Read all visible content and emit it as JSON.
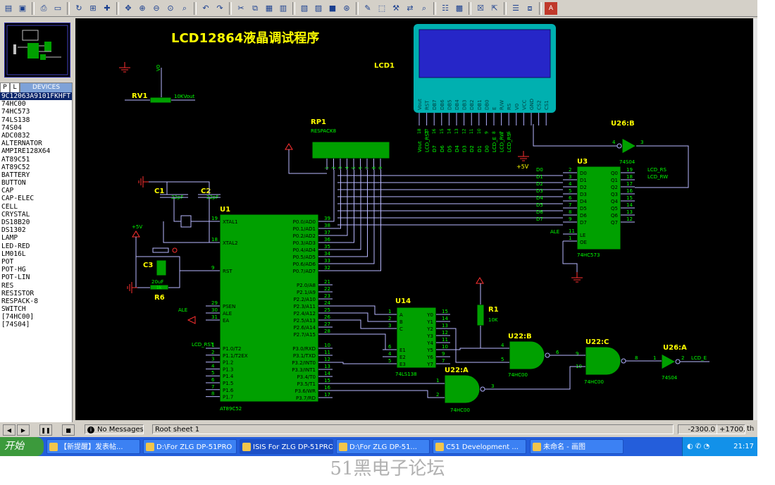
{
  "toolbar": {
    "icons": [
      "folder-open-icon",
      "save-icon",
      "print-icon",
      "area-icon",
      "refresh-icon",
      "grid-icon",
      "origin-icon",
      "pan-icon",
      "zoom-in-icon",
      "zoom-out-icon",
      "zoom-all-icon",
      "zoom-area-icon",
      "undo-icon",
      "redo-icon",
      "cut-icon",
      "copy-icon",
      "paste-icon",
      "block-copy-icon",
      "block-move-icon",
      "block-rotate-icon",
      "block-delete-icon",
      "pick-device-icon",
      "make-device-icon",
      "package-icon",
      "decompose-icon",
      "wire-autoroute-icon",
      "search-icon",
      "property-icon",
      "new-sheet-icon",
      "remove-sheet-icon",
      "exit-parent-icon",
      "bom-icon",
      "netlist-icon",
      "ares-icon"
    ]
  },
  "device_panel": {
    "tab_p": "P",
    "tab_l": "L",
    "header": "DEVICES",
    "items": [
      "9C12063A9101FKHFT",
      "74HC00",
      "74HC573",
      "74LS138",
      "74S04",
      "ADC0832",
      "ALTERNATOR",
      "AMPIRE128X64",
      "AT89C51",
      "AT89C52",
      "BATTERY",
      "BUTTON",
      "CAP",
      "CAP-ELEC",
      "CELL",
      "CRYSTAL",
      "DS18B20",
      "DS1302",
      "LAMP",
      "LED-RED",
      "LM016L",
      "POT",
      "POT-HG",
      "POT-LIN",
      "RES",
      "RESISTOR",
      "RESPACK-8",
      "SWITCH",
      "[74HC00]",
      "[74S04]"
    ],
    "selected_index": 0
  },
  "schematic": {
    "title": "LCD12864液晶调试程序",
    "lcd": {
      "ref": "LCD1",
      "pins": [
        "Vout",
        "RST",
        "DB7",
        "DB6",
        "DB5",
        "DB4",
        "DB3",
        "DB2",
        "DB1",
        "DB0",
        "E",
        "R/W",
        "RS",
        "V0",
        "VCC",
        "GND",
        "CS2",
        "CS1"
      ],
      "net_labels": [
        "Vout",
        "LCD_RST",
        "D7",
        "D6",
        "D5",
        "D4",
        "D3",
        "D2",
        "D1",
        "D0",
        "LCD_E",
        "LCD_RW",
        "LCD_RS"
      ],
      "vcc": "+5V"
    },
    "rv1": {
      "ref": "RV1",
      "value": "10KVout",
      "v0": "V0"
    },
    "rp1": {
      "ref": "RP1",
      "value": "RESPACK8",
      "pins": [
        "1",
        "2",
        "3",
        "4",
        "5",
        "6",
        "7",
        "8",
        "9"
      ]
    },
    "c1": {
      "ref": "C1",
      "value": "22pF"
    },
    "c2": {
      "ref": "C2",
      "value": "22pF"
    },
    "c3": {
      "ref": "C3",
      "value": "20uF"
    },
    "r6": {
      "ref": "R6",
      "value": "1k"
    },
    "r1": {
      "ref": "R1",
      "value": "10K"
    },
    "plus5v": "+5V",
    "u1": {
      "ref": "U1",
      "part": "AT89C52",
      "left_pins": [
        {
          "name": "XTAL1",
          "num": "19"
        },
        {
          "name": "XTAL2",
          "num": "18"
        },
        {
          "name": "RST",
          "num": "9"
        },
        {
          "name": "PSEN",
          "num": "29"
        },
        {
          "name": "ALE",
          "num": "30"
        },
        {
          "name": "EA",
          "num": "31"
        }
      ],
      "p1_pins": [
        {
          "name": "P1.0/T2",
          "num": "1"
        },
        {
          "name": "P1.1/T2EX",
          "num": "2"
        },
        {
          "name": "P1.2",
          "num": "3"
        },
        {
          "name": "P1.3",
          "num": "4"
        },
        {
          "name": "P1.4",
          "num": "5"
        },
        {
          "name": "P1.5",
          "num": "6"
        },
        {
          "name": "P1.6",
          "num": "7"
        },
        {
          "name": "P1.7",
          "num": "8"
        }
      ],
      "p0_pins": [
        {
          "name": "P0.0/AD0",
          "num": "39"
        },
        {
          "name": "P0.1/AD1",
          "num": "38"
        },
        {
          "name": "P0.2/AD2",
          "num": "37"
        },
        {
          "name": "P0.3/AD3",
          "num": "36"
        },
        {
          "name": "P0.4/AD4",
          "num": "35"
        },
        {
          "name": "P0.5/AD5",
          "num": "34"
        },
        {
          "name": "P0.6/AD6",
          "num": "33"
        },
        {
          "name": "P0.7/AD7",
          "num": "32"
        }
      ],
      "p2_pins": [
        {
          "name": "P2.0/A8",
          "num": "21"
        },
        {
          "name": "P2.1/A9",
          "num": "22"
        },
        {
          "name": "P2.2/A10",
          "num": "23"
        },
        {
          "name": "P2.3/A11",
          "num": "24"
        },
        {
          "name": "P2.4/A12",
          "num": "25"
        },
        {
          "name": "P2.5/A13",
          "num": "26"
        },
        {
          "name": "P2.6/A14",
          "num": "27"
        },
        {
          "name": "P2.7/A15",
          "num": "28"
        }
      ],
      "p3_pins": [
        {
          "name": "P3.0/RXD",
          "num": "10"
        },
        {
          "name": "P3.1/TXD",
          "num": "11"
        },
        {
          "name": "P3.2/INT0",
          "num": "12"
        },
        {
          "name": "P3.3/INT1",
          "num": "13"
        },
        {
          "name": "P3.4/T0",
          "num": "14"
        },
        {
          "name": "P3.5/T1",
          "num": "15"
        },
        {
          "name": "P3.6/WR",
          "num": "16"
        },
        {
          "name": "P3.7/RD",
          "num": "17"
        }
      ],
      "ale_label": "ALE",
      "lcd_rst_label": "LCD_RST"
    },
    "u3": {
      "ref": "U3",
      "part": "74HC573",
      "d_pins": [
        {
          "name": "D0",
          "num": "2"
        },
        {
          "name": "D1",
          "num": "3"
        },
        {
          "name": "D2",
          "num": "4"
        },
        {
          "name": "D3",
          "num": "5"
        },
        {
          "name": "D4",
          "num": "6"
        },
        {
          "name": "D5",
          "num": "7"
        },
        {
          "name": "D6",
          "num": "8"
        },
        {
          "name": "D7",
          "num": "9"
        }
      ],
      "q_pins": [
        {
          "name": "Q0",
          "num": "19"
        },
        {
          "name": "Q1",
          "num": "18"
        },
        {
          "name": "Q2",
          "num": "17"
        },
        {
          "name": "Q3",
          "num": "16"
        },
        {
          "name": "Q4",
          "num": "15"
        },
        {
          "name": "Q5",
          "num": "14"
        },
        {
          "name": "Q6",
          "num": "13"
        },
        {
          "name": "Q7",
          "num": "12"
        }
      ],
      "le": {
        "name": "LE",
        "num": "11"
      },
      "oe": {
        "name": "OE",
        "num": "1"
      },
      "bus_labels": [
        "D0",
        "D1",
        "D2",
        "D3",
        "D4",
        "D5",
        "D6",
        "D7"
      ],
      "out_labels": [
        "LCD_RS",
        "LCD_RW"
      ],
      "ale_label": "ALE"
    },
    "u14": {
      "ref": "U14",
      "part": "74LS138",
      "in_pins": [
        {
          "name": "A",
          "num": "1"
        },
        {
          "name": "B",
          "num": "2"
        },
        {
          "name": "C",
          "num": "3"
        },
        {
          "name": "E1",
          "num": "6"
        },
        {
          "name": "E2",
          "num": "4"
        },
        {
          "name": "E3",
          "num": "5"
        }
      ],
      "out_pins": [
        {
          "name": "Y0",
          "num": "15"
        },
        {
          "name": "Y1",
          "num": "14"
        },
        {
          "name": "Y2",
          "num": "13"
        },
        {
          "name": "Y3",
          "num": "12"
        },
        {
          "name": "Y4",
          "num": "11"
        },
        {
          "name": "Y5",
          "num": "10"
        },
        {
          "name": "Y6",
          "num": "9"
        },
        {
          "name": "Y7",
          "num": "7"
        }
      ]
    },
    "u22a": {
      "ref": "U22:A",
      "part": "74HC00",
      "pins": [
        "1",
        "2",
        "3"
      ]
    },
    "u22b": {
      "ref": "U22:B",
      "part": "74HC00",
      "pins": [
        "4",
        "5",
        "6"
      ]
    },
    "u22c": {
      "ref": "U22:C",
      "part": "74HC00",
      "pins": [
        "9",
        "10",
        "8"
      ]
    },
    "u26a": {
      "ref": "U26:A",
      "part": "74S04",
      "pins": [
        "1",
        "2"
      ],
      "out_label": "LCD_E"
    },
    "u26b": {
      "ref": "U26:B",
      "part": "74S04",
      "pins": [
        "4",
        "3"
      ]
    }
  },
  "status": {
    "messages": "No Messages",
    "sheet": "Root sheet 1",
    "coord_x": "-2300.0",
    "coord_y": "+1700.0",
    "unit": "th"
  },
  "taskbar": {
    "start": "开始",
    "tasks": [
      "【新提醒】发表帖...",
      "D:\\For ZLG DP-51PRO",
      "ISIS For ZLG DP-51PRO...",
      "D:\\For ZLG DP-51...",
      "C51 Development ...",
      "未命名 - 画图"
    ],
    "clock": "21:17"
  },
  "watermark": "51黑电子论坛",
  "colors": {
    "canvas": "#000000",
    "chip_fill": "#00a000",
    "chip_border": "#000000",
    "wire": "#b8b8ff",
    "label": "#00ff00",
    "title": "#ffff00",
    "lcd_screen": "#2626c8",
    "lcd_frame": "#00b0b0",
    "power": "#ff3030"
  }
}
